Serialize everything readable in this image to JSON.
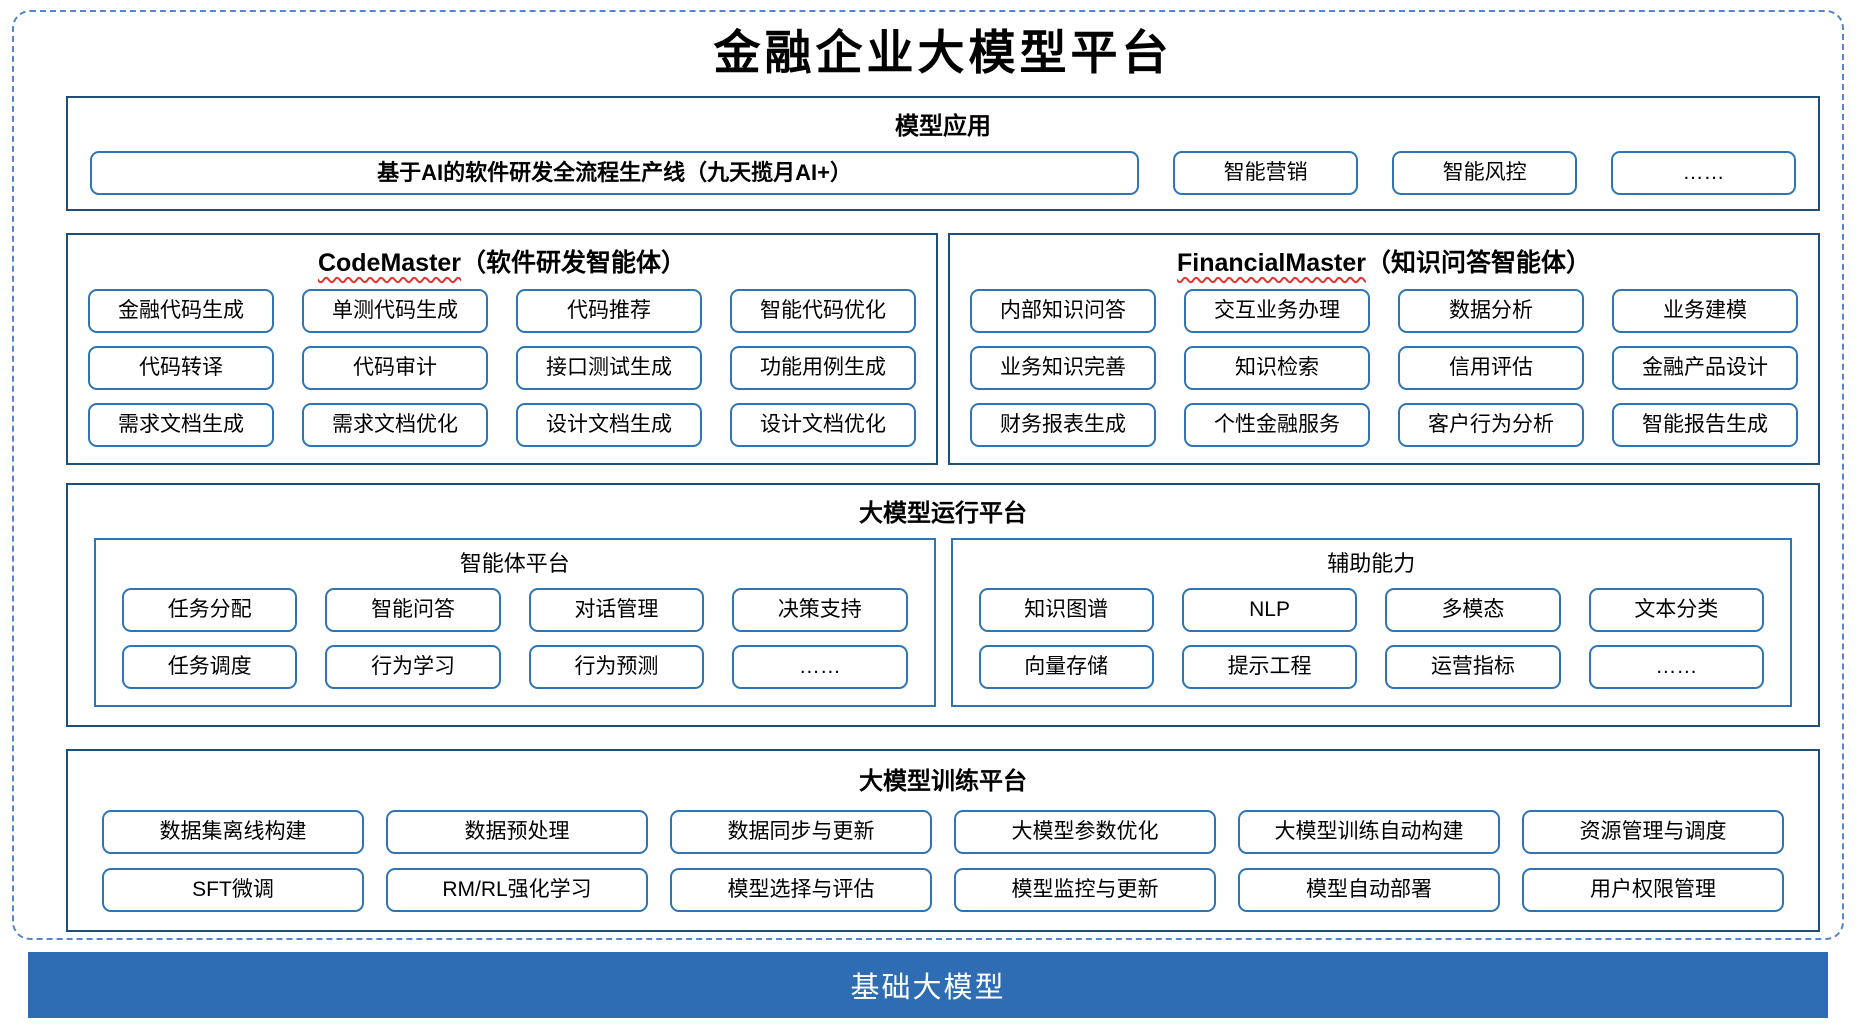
{
  "page": {
    "title": "金融企业大模型平台"
  },
  "colors": {
    "section_border": "#1f4e79",
    "item_border": "#2e75b6",
    "dashed_border": "#5585ce",
    "footer_bg": "#2e6db4",
    "wavy_underline": "#e0382e"
  },
  "sections": {
    "model_app": {
      "header": "模型应用",
      "main_item": "基于AI的软件研发全流程生产线（九天揽月AI+）",
      "items": [
        "智能营销",
        "智能风控",
        "……"
      ]
    },
    "code_master": {
      "name": "CodeMaster",
      "suffix": "（软件研发智能体）",
      "items": [
        "金融代码生成",
        "单测代码生成",
        "代码推荐",
        "智能代码优化",
        "代码转译",
        "代码审计",
        "接口测试生成",
        "功能用例生成",
        "需求文档生成",
        "需求文档优化",
        "设计文档生成",
        "设计文档优化"
      ]
    },
    "financial_master": {
      "name": "FinancialMaster",
      "suffix": "（知识问答智能体）",
      "items": [
        "内部知识问答",
        "交互业务办理",
        "数据分析",
        "业务建模",
        "业务知识完善",
        "知识检索",
        "信用评估",
        "金融产品设计",
        "财务报表生成",
        "个性金融服务",
        "客户行为分析",
        "智能报告生成"
      ]
    },
    "runtime": {
      "header": "大模型运行平台",
      "groups": [
        {
          "title": "智能体平台",
          "items": [
            "任务分配",
            "智能问答",
            "对话管理",
            "决策支持",
            "任务调度",
            "行为学习",
            "行为预测",
            "……"
          ]
        },
        {
          "title": "辅助能力",
          "items": [
            "知识图谱",
            "NLP",
            "多模态",
            "文本分类",
            "向量存储",
            "提示工程",
            "运营指标",
            "……"
          ]
        }
      ]
    },
    "training": {
      "header": "大模型训练平台",
      "items": [
        "数据集离线构建",
        "数据预处理",
        "数据同步与更新",
        "大模型参数优化",
        "大模型训练自动构建",
        "资源管理与调度",
        "SFT微调",
        "RM/RL强化学习",
        "模型选择与评估",
        "模型监控与更新",
        "模型自动部署",
        "用户权限管理"
      ]
    },
    "footer": {
      "label": "基础大模型"
    }
  }
}
